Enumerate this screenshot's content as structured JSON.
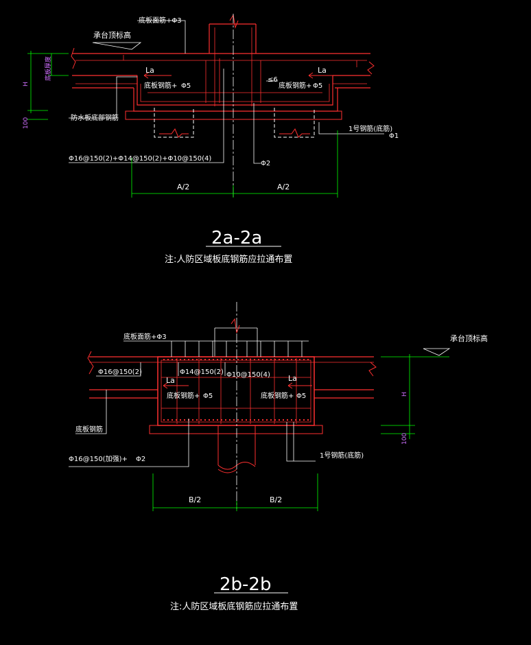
{
  "section_a": {
    "label_top_rebar": "底板面筋+Φ3",
    "label_cap_elev": "承台顶标高",
    "label_la_left": "La",
    "label_la_right": "La",
    "label_bottom_rebar_left": "底板钢筋+",
    "label_phi5_left": "Φ5",
    "label_bottom_rebar_right": "底板钢筋+",
    "label_phi5_right": "Φ5",
    "label_le6": "≤6",
    "label_waterproof": "防水板底部钢筋",
    "label_no1_rebar": "1号钢筋(底筋)",
    "label_phi1": "Φ1",
    "label_rebar_spec": "Φ16@150(2)+Φ14@150(2)+Φ10@150(4)",
    "label_phi2": "Φ2",
    "label_slab_thk": "底板厚度",
    "label_H": "H",
    "label_100": "100",
    "dim_left": "A/2",
    "dim_right": "A/2",
    "title": "2a-2a",
    "note": "注:人防区域板底钢筋应拉通布置"
  },
  "section_b": {
    "label_top_rebar": "底板面筋+Φ3",
    "label_cap_elev": "承台顶标高",
    "label_rebar1": "Φ16@150(2)",
    "label_rebar2": "Φ14@150(2)",
    "label_rebar3": "Φ10@150(4)",
    "label_la_left": "La",
    "label_la_right": "La",
    "label_bottom_rebar_left": "底板钢筋+",
    "label_phi5_left": "Φ5",
    "label_bottom_rebar_right": "底板钢筋+",
    "label_phi5_right": "Φ5",
    "label_slab_rebar": "底板钢筋",
    "label_rebar_bottom": "Φ16@150(加强)+",
    "label_phi2": "Φ2",
    "label_no1_rebar": "1号钢筋(底筋)",
    "label_H": "H",
    "label_100": "100",
    "dim_left": "B/2",
    "dim_right": "B/2",
    "title": "2b-2b",
    "note": "注:人防区域板底钢筋应拉通布置"
  },
  "colors": {
    "background": "#000000",
    "concrete": "#ff3030",
    "rebar": "#ff3030",
    "leader": "#ffffff",
    "dimension": "#00ff00",
    "centerline": "#ffffff",
    "cap_elev_marker": "#ffffff"
  }
}
